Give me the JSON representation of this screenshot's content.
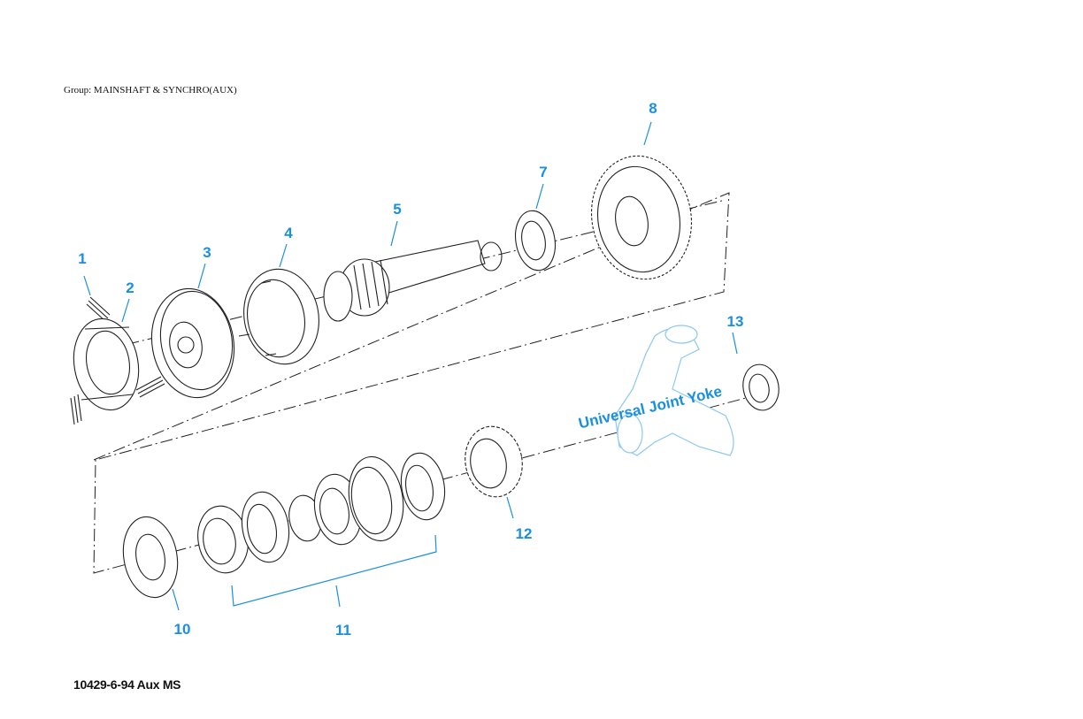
{
  "group_label": "Group: MAINSHAFT & SYNCHRO(AUX)",
  "footer_label": "10429-6-94 Aux MS",
  "yoke_label": "Universal Joint Yoke",
  "accent_color": "#1a8fe0",
  "callouts": [
    "1",
    "2",
    "3",
    "4",
    "5",
    "7",
    "8",
    "10",
    "11",
    "12",
    "13"
  ]
}
